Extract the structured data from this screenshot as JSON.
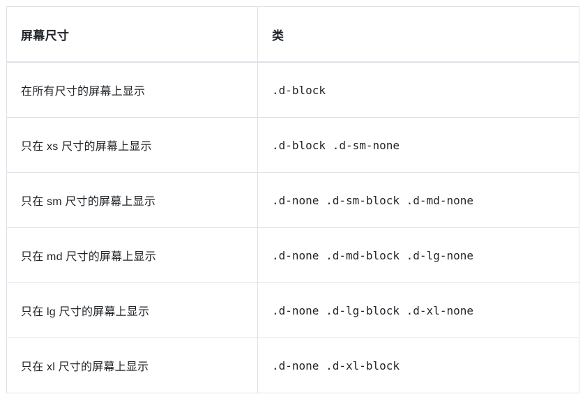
{
  "table": {
    "caption": "",
    "accent_color": "#e83e8c",
    "border_color": "#dee2e6",
    "text_color": "#212529",
    "background_color": "#ffffff",
    "columns": [
      {
        "key": "size",
        "header": "屏幕尺寸"
      },
      {
        "key": "class",
        "header": "类"
      }
    ],
    "rows": [
      {
        "size": "在所有尺寸的屏幕上显示",
        "class": ".d-block"
      },
      {
        "size": "只在 xs 尺寸的屏幕上显示",
        "class": ".d-block .d-sm-none"
      },
      {
        "size": "只在 sm 尺寸的屏幕上显示",
        "class": ".d-none .d-sm-block .d-md-none"
      },
      {
        "size": "只在 md 尺寸的屏幕上显示",
        "class": ".d-none .d-md-block .d-lg-none"
      },
      {
        "size": "只在 lg 尺寸的屏幕上显示",
        "class": ".d-none .d-lg-block .d-xl-none"
      },
      {
        "size": "只在 xl 尺寸的屏幕上显示",
        "class": ".d-none .d-xl-block"
      }
    ]
  }
}
